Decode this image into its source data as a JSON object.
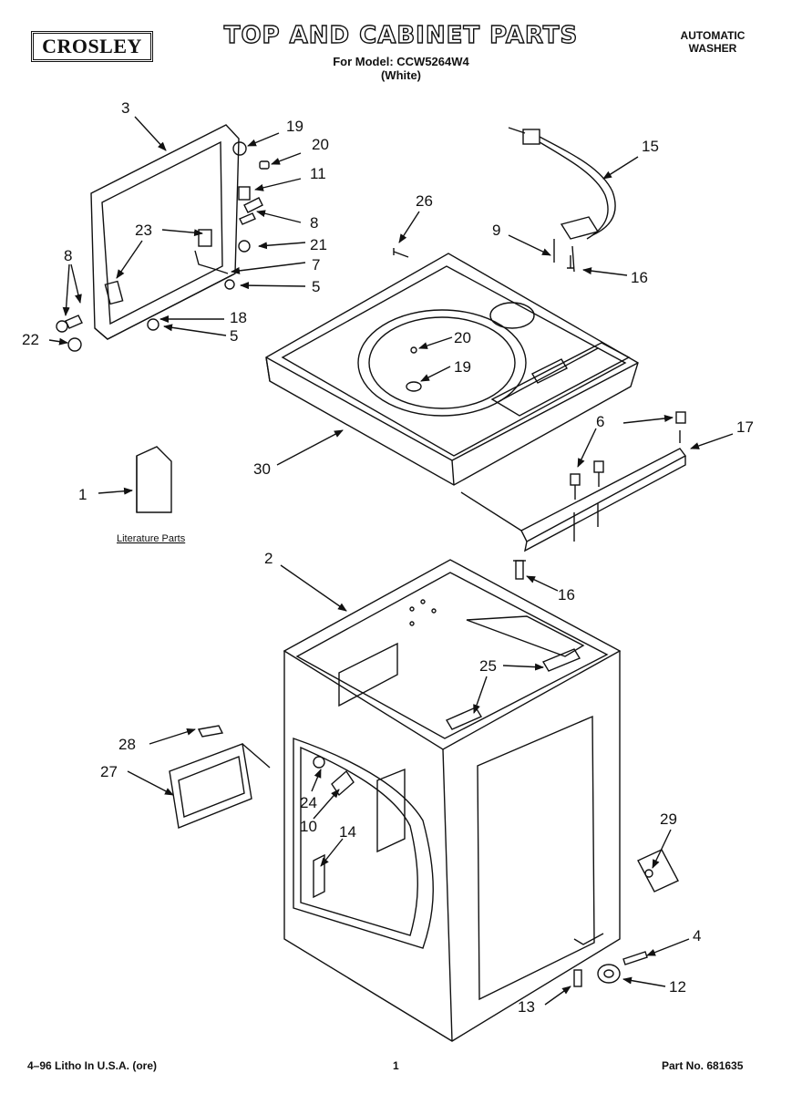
{
  "header": {
    "brand": "CROSLEY",
    "title": "TOP AND CABINET PARTS",
    "model_line": "For Model: CCW5264W4",
    "color_line": "(White)",
    "product_line1": "AUTOMATIC",
    "product_line2": "WASHER"
  },
  "footer": {
    "print_info": "4–96 Litho In U.S.A. (ore)",
    "page_number": "1",
    "part_number": "Part No. 681635"
  },
  "literature_label": "Literature Parts",
  "callouts": {
    "c1": "1",
    "c2": "2",
    "c3": "3",
    "c4": "4",
    "c5a": "5",
    "c5b": "5",
    "c6": "6",
    "c7": "7",
    "c8a": "8",
    "c8b": "8",
    "c9": "9",
    "c10": "10",
    "c11": "11",
    "c12": "12",
    "c13": "13",
    "c14": "14",
    "c15": "15",
    "c16a": "16",
    "c16b": "16",
    "c17": "17",
    "c18": "18",
    "c19a": "19",
    "c19b": "19",
    "c20a": "20",
    "c20b": "20",
    "c21": "21",
    "c22": "22",
    "c23": "23",
    "c24": "24",
    "c25": "25",
    "c26": "26",
    "c27": "27",
    "c28": "28",
    "c29": "29",
    "c30": "30"
  }
}
